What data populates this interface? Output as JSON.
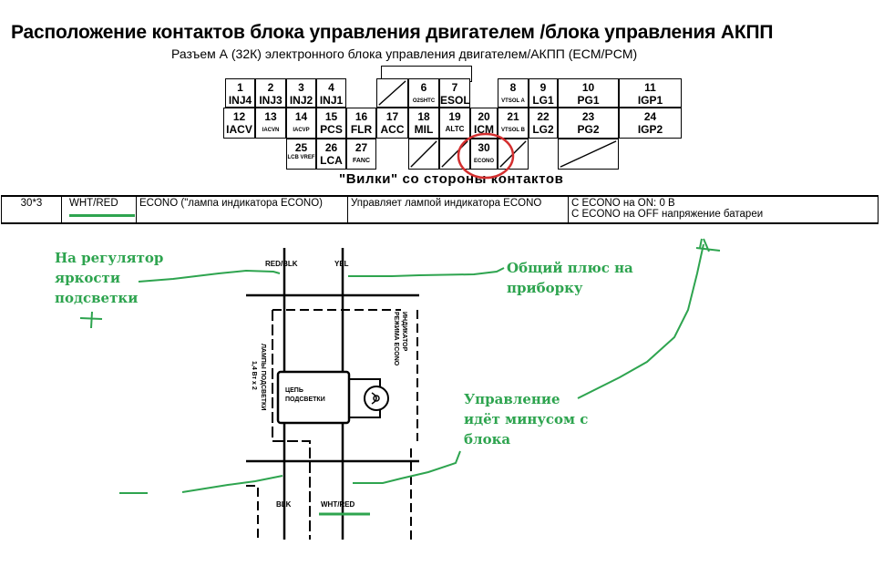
{
  "header": {
    "title": "Расположение контактов блока управления двигателем /блока управления АКПП",
    "subtitle": "Разъем А (32К) электронного блока управления двигателем/АКПП (ECM/PCM)"
  },
  "connector": {
    "caption": "\"Вилки\" со стороны контактов",
    "pins": [
      {
        "num": "1",
        "label": "INJ4"
      },
      {
        "num": "2",
        "label": "INJ3"
      },
      {
        "num": "3",
        "label": "INJ2"
      },
      {
        "num": "4",
        "label": "INJ1"
      },
      {
        "num": "6",
        "label": "O2SHTC"
      },
      {
        "num": "7",
        "label": "ESOL"
      },
      {
        "num": "8",
        "label": "VTSOL A"
      },
      {
        "num": "9",
        "label": "LG1"
      },
      {
        "num": "10",
        "label": "PG1"
      },
      {
        "num": "11",
        "label": "IGP1"
      },
      {
        "num": "12",
        "label": "IACV"
      },
      {
        "num": "13",
        "label": "IACVN"
      },
      {
        "num": "14",
        "label": "IACVP"
      },
      {
        "num": "15",
        "label": "PCS"
      },
      {
        "num": "16",
        "label": "FLR"
      },
      {
        "num": "17",
        "label": "ACC"
      },
      {
        "num": "18",
        "label": "MIL"
      },
      {
        "num": "19",
        "label": "ALTC"
      },
      {
        "num": "20",
        "label": "ICM"
      },
      {
        "num": "21",
        "label": "VTSOL B"
      },
      {
        "num": "22",
        "label": "LG2"
      },
      {
        "num": "23",
        "label": "PG2"
      },
      {
        "num": "24",
        "label": "IGP2"
      },
      {
        "num": "25",
        "label": "LCB VREF"
      },
      {
        "num": "26",
        "label": "LCA"
      },
      {
        "num": "27",
        "label": "FANC"
      },
      {
        "num": "30",
        "label": "ECONO"
      }
    ],
    "highlighted_pin": "30",
    "highlight_color": "#d32f2f"
  },
  "pin_table": {
    "row": {
      "pin": "30*3",
      "pin_main": "30",
      "pin_sup": "*3",
      "wire": "WHT/RED",
      "name": "ECONO (\"лампа индикатора ECONO)",
      "function": "Управляет лампой индикатора ECONO",
      "condition_1": "С ECONO на ON: 0 В",
      "condition_2": "С ECONO на OFF напряжение батареи"
    }
  },
  "wiring": {
    "wire_top_left": "RED/BLK",
    "wire_top_right": "YEL",
    "wire_bottom_left": "BLK",
    "wire_bottom_right": "WHT/RED",
    "block_label_1": "ЦЕПЬ",
    "block_label_2": "ПОДСВЕТКИ",
    "lamps_label_1": "ЛАМПЫ ПОДСВЕТКИ",
    "lamps_label_2": "1,4 Вт x 2",
    "indicator_label_1": "ИНДИКАТОР",
    "indicator_label_2": "РЕЖИМА ECONO"
  },
  "annotations": {
    "color": "#2ea44f",
    "dimmer_1": "На регулятор",
    "dimmer_2": "яркости",
    "dimmer_3": "подсветки",
    "plus_sign": "+",
    "common_plus_1": "Общий плюс на",
    "common_plus_2": "приборку",
    "control_1": "Управление",
    "control_2": "идёт минусом с",
    "control_3": "блока",
    "minus_sign": "—"
  }
}
